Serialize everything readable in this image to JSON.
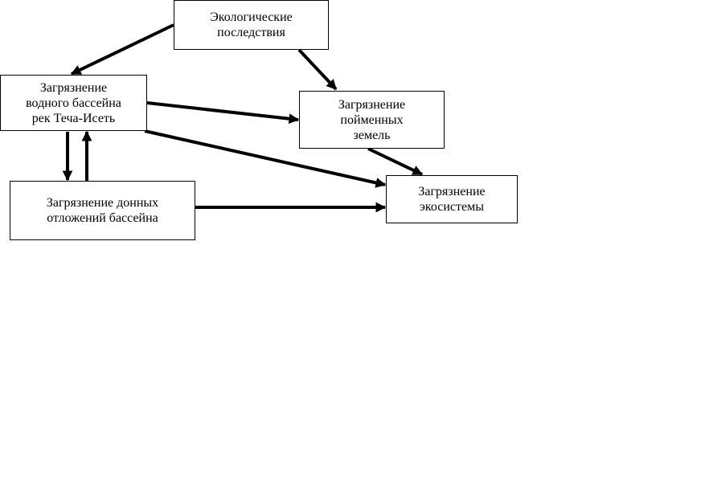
{
  "diagram": {
    "nodes": [
      {
        "id": "eco",
        "label": "Экологические\nпоследствия"
      },
      {
        "id": "water",
        "label": "Загрязнение\nводного бассейна\nрек Теча-Исеть"
      },
      {
        "id": "flood",
        "label": "Загрязнение\nпойменных\nземель"
      },
      {
        "id": "bottom",
        "label": "Загрязнение донных\nотложений бассейна"
      },
      {
        "id": "eco2",
        "label": "Загрязнение\nэкосистемы"
      }
    ],
    "edges": [
      {
        "from": "eco",
        "to": "water"
      },
      {
        "from": "eco",
        "to": "flood"
      },
      {
        "from": "water",
        "to": "flood"
      },
      {
        "from": "water",
        "to": "eco2"
      },
      {
        "from": "flood",
        "to": "eco2"
      },
      {
        "from": "water",
        "to": "bottom"
      },
      {
        "from": "bottom",
        "to": "water"
      },
      {
        "from": "bottom",
        "to": "eco2"
      }
    ],
    "colors": {
      "line": "#000000",
      "box_border": "#000000",
      "background": "#ffffff"
    }
  }
}
